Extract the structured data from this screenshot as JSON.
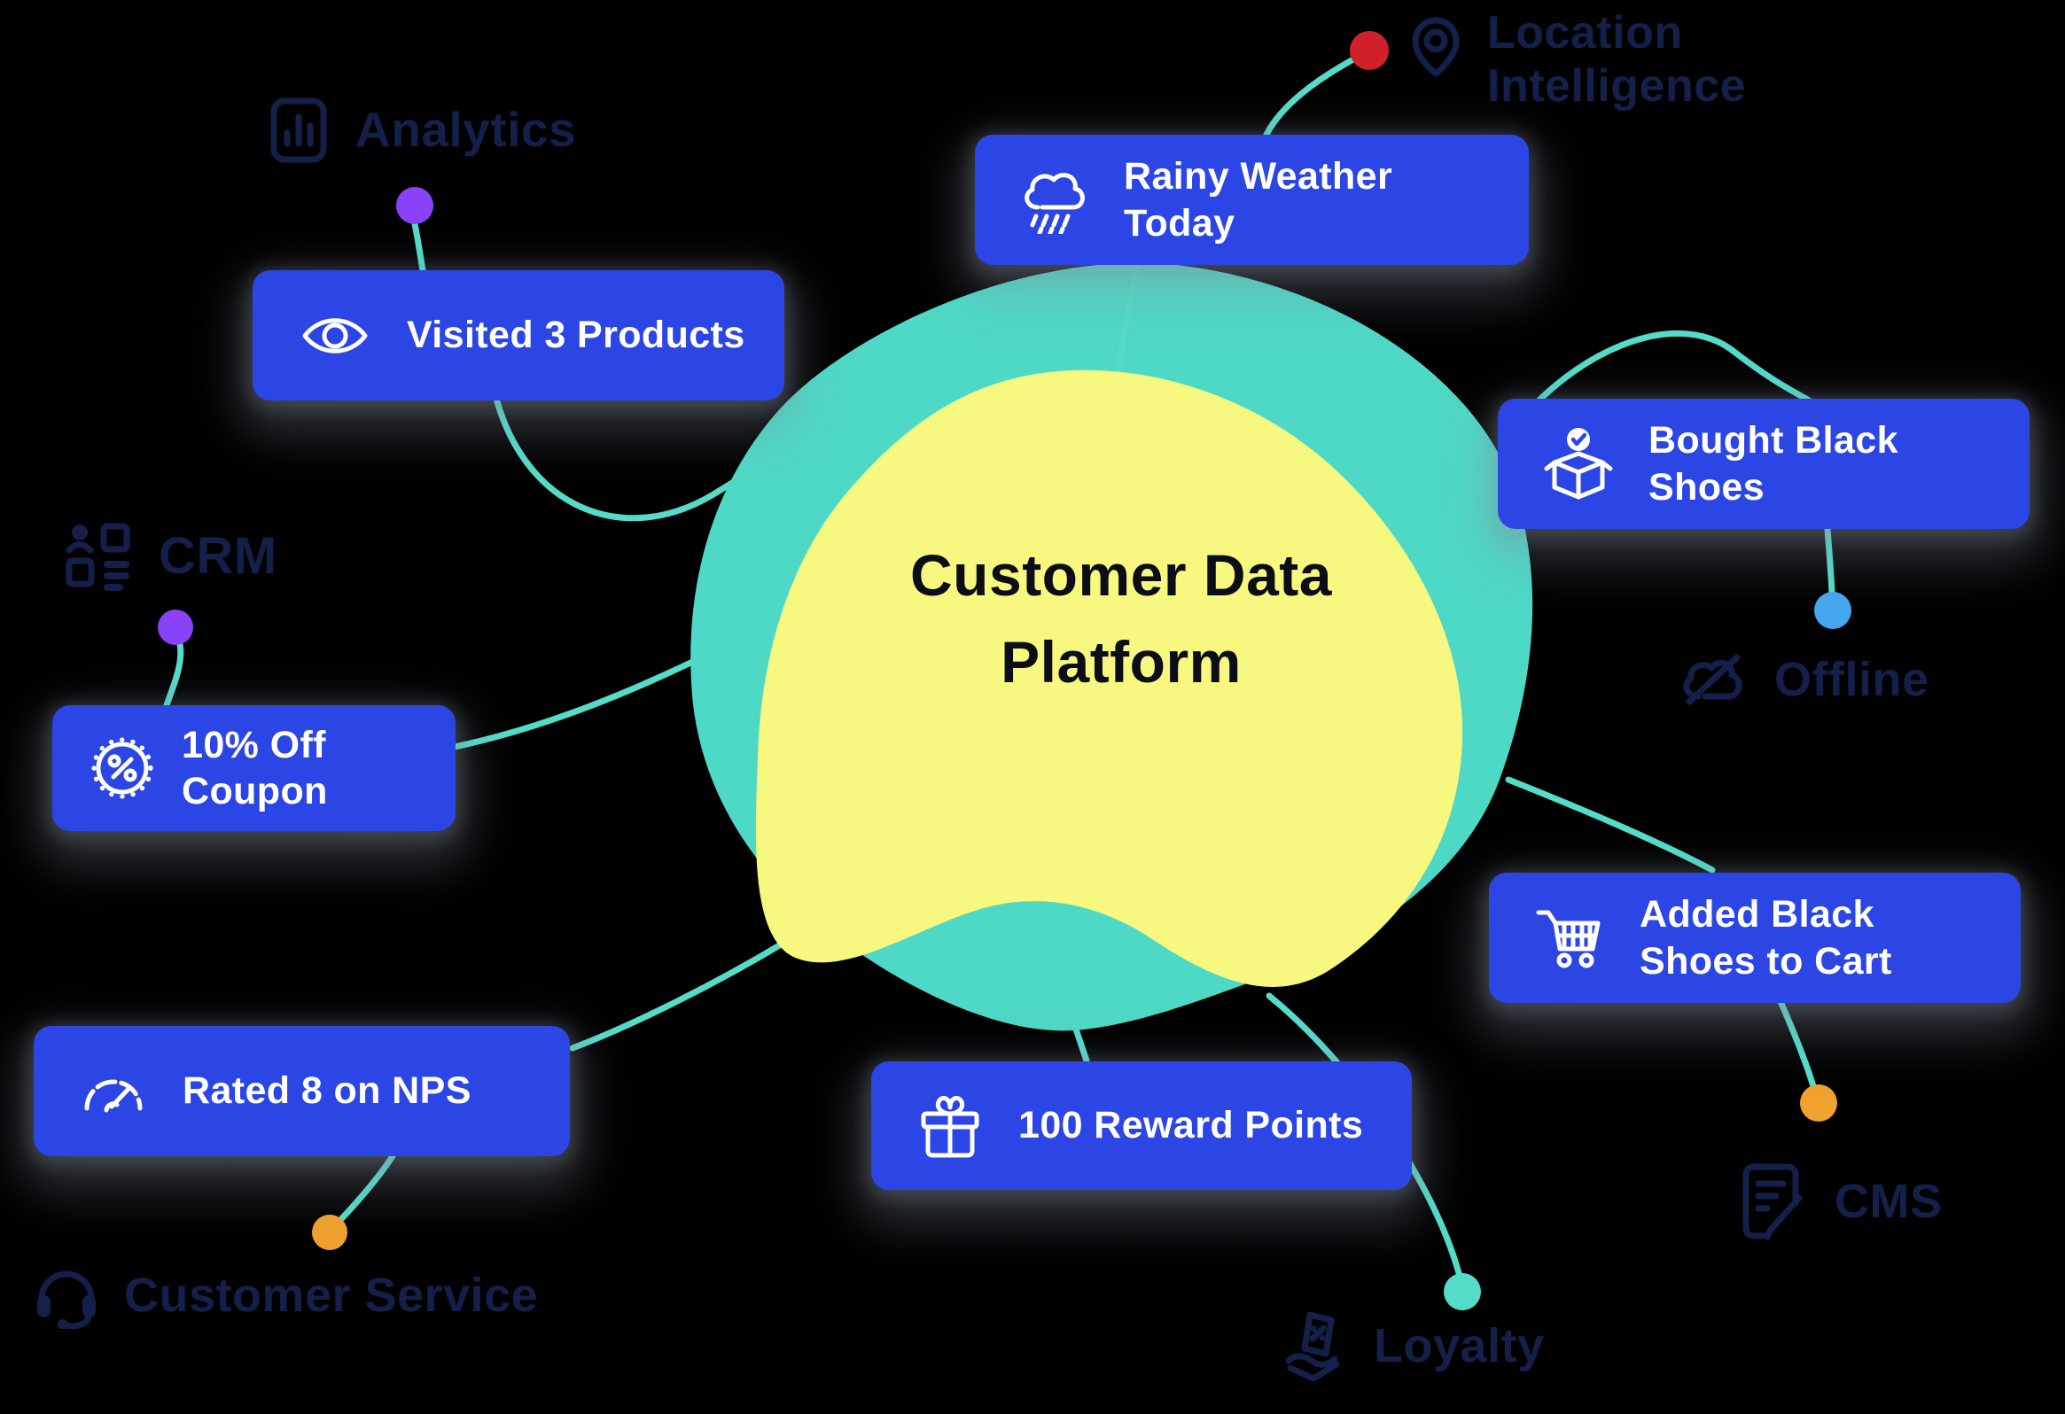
{
  "center": {
    "title": "Customer Data Platform"
  },
  "cards": {
    "visited": {
      "text": "Visited 3 Products",
      "icon": "eye-icon"
    },
    "rainy": {
      "text": "Rainy Weather Today",
      "icon": "rain-cloud-icon"
    },
    "bought": {
      "text": "Bought Black Shoes",
      "icon": "box-check-icon"
    },
    "coupon": {
      "text": "10% Off Coupon",
      "icon": "percent-badge-icon"
    },
    "added": {
      "text": "Added Black Shoes to Cart",
      "icon": "cart-icon"
    },
    "rated": {
      "text": "Rated 8 on NPS",
      "icon": "gauge-icon"
    },
    "reward": {
      "text": "100 Reward Points",
      "icon": "gift-icon"
    }
  },
  "labels": {
    "analytics": {
      "text": "Analytics",
      "icon": "bar-chart-icon"
    },
    "location": {
      "text": "Location Intelligence",
      "icon": "map-pin-icon"
    },
    "crm": {
      "text": "CRM",
      "icon": "contact-card-icon"
    },
    "offline": {
      "text": "Offline",
      "icon": "cloud-off-icon"
    },
    "cms": {
      "text": "CMS",
      "icon": "document-edit-icon"
    },
    "customer_service": {
      "text": "Customer Service",
      "icon": "headset-icon"
    },
    "loyalty": {
      "text": "Loyalty",
      "icon": "hand-ticket-icon"
    }
  },
  "colors": {
    "card_blue": "#2B46E4",
    "teal_blob": "#4ED9C6",
    "yellow_blob": "#F6F87F",
    "connector_teal": "#54DCC8",
    "navy_text": "#14204A",
    "title_text": "#0D0D18",
    "dot_purple": "#8A42F8",
    "dot_red": "#D2202A",
    "dot_light_blue": "#45A7EE",
    "dot_orange": "#F0A12E",
    "dot_teal": "#54DCC8",
    "card_text": "#FFFFFF"
  }
}
